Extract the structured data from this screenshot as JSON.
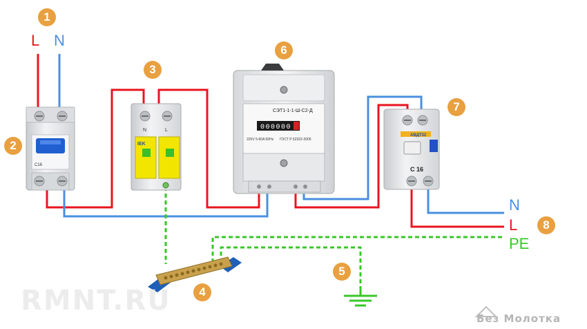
{
  "colors": {
    "phase": "#e8151f",
    "neutral": "#4a8fe0",
    "earth": "#39c728",
    "callout": "#e8a040",
    "device_body": "#e4e6e8",
    "breaker_blue": "#1f5fd0",
    "spd_yellow": "#f2e600",
    "bus_brass": "#c9a14c",
    "bus_insulator": "#1f5fb8"
  },
  "callouts": {
    "supply": "1",
    "breaker": "2",
    "spd": "3",
    "earth_bus": "4",
    "ground": "5",
    "meter": "6",
    "rcbo": "7",
    "load_output": "8"
  },
  "input_labels": {
    "phase": "L",
    "neutral": "N"
  },
  "output_labels": {
    "neutral": "N",
    "phase": "L",
    "earth": "PE"
  },
  "breaker": {
    "rating": "C16"
  },
  "spd": {
    "brand": "IEK",
    "terminal_n": "N",
    "terminal_l": "L"
  },
  "meter": {
    "model": "СЭТ1-1-1-Ш-С2-Д",
    "reading": "000000",
    "specs": "220V  5-60A  50Hz",
    "standard": "ГОСТ Р 52322-2005"
  },
  "rcbo": {
    "brand": "АВДТ32",
    "rating": "C 16"
  },
  "watermarks": {
    "left": "RMNT.RU",
    "right": "Без Молотка"
  }
}
